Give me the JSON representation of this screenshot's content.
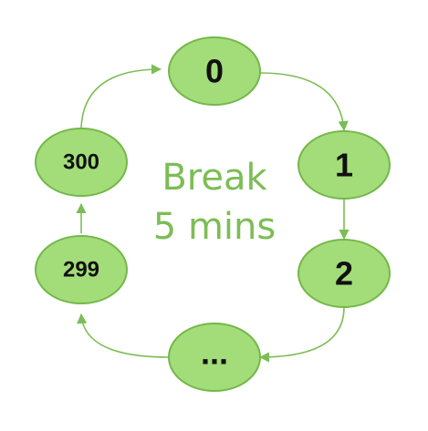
{
  "nodes": [
    {
      "id": "n0",
      "label": "0"
    },
    {
      "id": "n1",
      "label": "1"
    },
    {
      "id": "n2",
      "label": "2"
    },
    {
      "id": "n3",
      "label": "..."
    },
    {
      "id": "n4",
      "label": "299"
    },
    {
      "id": "n5",
      "label": "300"
    }
  ],
  "edges": [
    {
      "from": "n0",
      "to": "n1"
    },
    {
      "from": "n1",
      "to": "n2"
    },
    {
      "from": "n2",
      "to": "n3"
    },
    {
      "from": "n3",
      "to": "n4"
    },
    {
      "from": "n4",
      "to": "n5"
    },
    {
      "from": "n5",
      "to": "n0"
    }
  ],
  "center": {
    "line1": "Break",
    "line2": "5 mins"
  },
  "colors": {
    "node_fill": "#a3dd79",
    "node_stroke": "#74b74a",
    "accent_green": "#7cbd55",
    "label_text": "#111111"
  }
}
